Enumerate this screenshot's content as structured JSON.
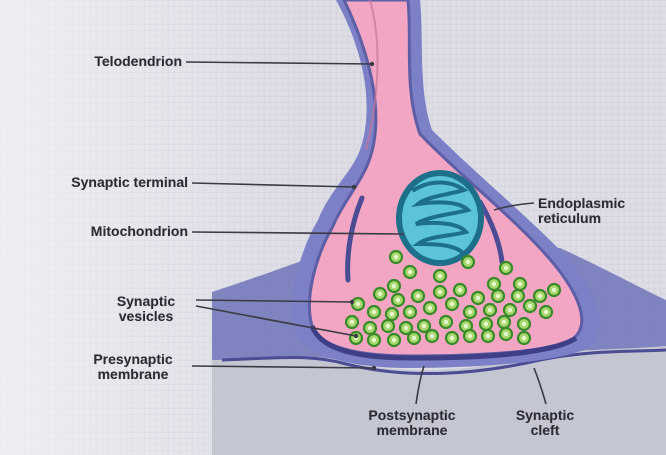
{
  "labels": {
    "telodendrion": "Telodendrion",
    "synaptic_terminal": "Synaptic terminal",
    "mitochondrion": "Mitochondrion",
    "synaptic_vesicles": [
      "Synaptic",
      "vesicles"
    ],
    "presynaptic_membrane": [
      "Presynaptic",
      "membrane"
    ],
    "endoplasmic_reticulum": [
      "Endoplasmic",
      "reticulum"
    ],
    "postsynaptic_membrane": [
      "Postsynaptic",
      "membrane"
    ],
    "synaptic_cleft": [
      "Synaptic",
      "cleft"
    ]
  },
  "colors": {
    "terminal_fill": "#f2a6c3",
    "terminal_edge": "#5d5ea6",
    "halo": "#7a7ec4",
    "postsynaptic_fill": "#b9bccb",
    "mito_outer": "#1f8fa6",
    "mito_inner": "#5bc4d6",
    "vesicle_fill": "#a6d86d",
    "vesicle_edge": "#3b8a2a",
    "leader": "#3a3b44",
    "background": "#d9dbe3"
  }
}
